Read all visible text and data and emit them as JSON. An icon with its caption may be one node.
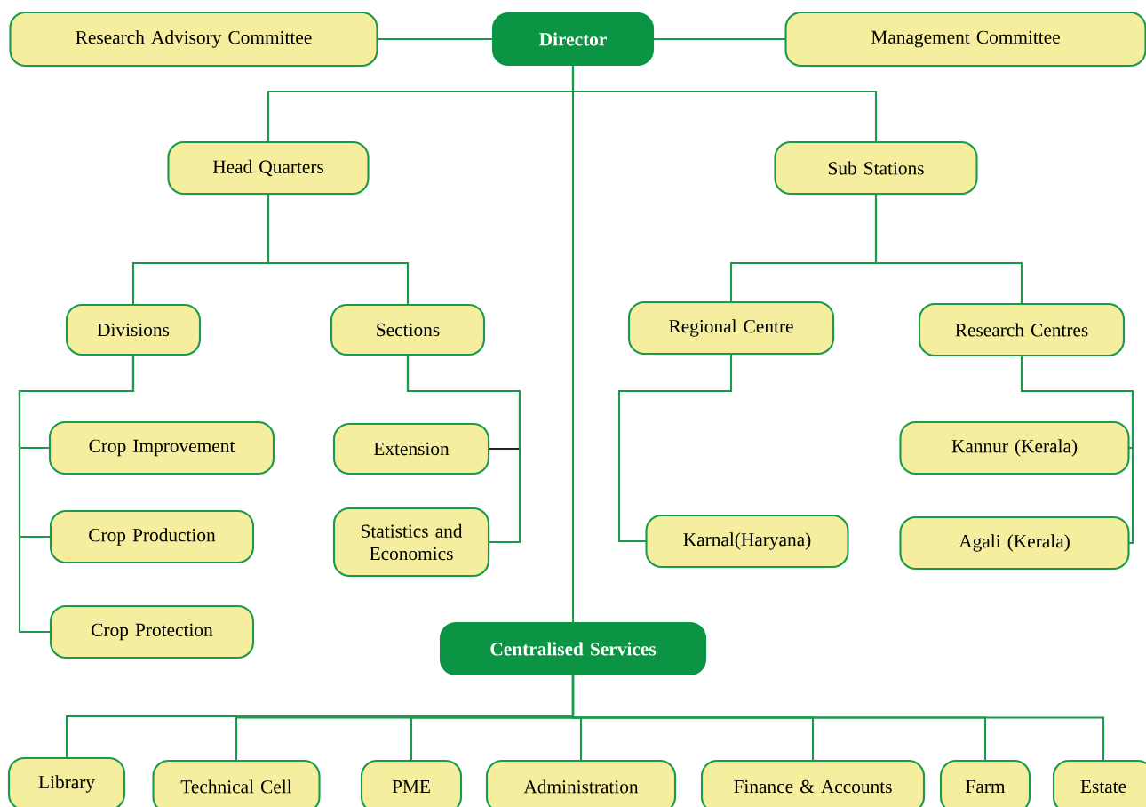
{
  "diagram": {
    "nodes": [
      {
        "text": [
          "Research Advisory Committee"
        ]
      },
      {
        "text": [
          "Director"
        ]
      },
      {
        "text": [
          "Management Committee"
        ]
      },
      {
        "text": [
          "Head Quarters"
        ]
      },
      {
        "text": [
          "Sub Stations"
        ]
      },
      {
        "text": [
          "Divisions"
        ]
      },
      {
        "text": [
          "Sections"
        ]
      },
      {
        "text": [
          "Regional Centre"
        ]
      },
      {
        "text": [
          "Research Centres"
        ]
      },
      {
        "text": [
          "Crop Improvement"
        ]
      },
      {
        "text": [
          "Extension"
        ]
      },
      {
        "text": [
          "Kannur (Kerala)"
        ]
      },
      {
        "text": [
          "Crop Production"
        ]
      },
      {
        "text": [
          "Statistics and Economics"
        ]
      },
      {
        "text": [
          "Karnal(Haryana)"
        ]
      },
      {
        "text": [
          "Agali (Kerala)"
        ]
      },
      {
        "text": [
          "Crop Protection"
        ]
      },
      {
        "text": [
          "Centralised Services"
        ]
      },
      {
        "text": [
          "Library"
        ]
      },
      {
        "text": [
          "Technical Cell"
        ]
      },
      {
        "text": [
          "PME"
        ]
      },
      {
        "text": [
          "Administration"
        ]
      },
      {
        "text": [
          "Finance & Accounts"
        ]
      },
      {
        "text": [
          "Farm"
        ]
      },
      {
        "text": [
          "Estate"
        ]
      }
    ],
    "edges": [
      {
        "from": 0,
        "to": 1,
        "arrow": "none"
      },
      {
        "from": 1,
        "to": 2,
        "arrow": "none"
      },
      {
        "from": 1,
        "to": 3,
        "arrow": "none"
      },
      {
        "from": 1,
        "to": 4,
        "arrow": "none"
      },
      {
        "from": 3,
        "to": 5,
        "arrow": "none"
      },
      {
        "from": 3,
        "to": 6,
        "arrow": "none"
      },
      {
        "from": 4,
        "to": 7,
        "arrow": "none"
      },
      {
        "from": 4,
        "to": 8,
        "arrow": "none"
      },
      {
        "from": 5,
        "to": 9,
        "arrow": "none"
      },
      {
        "from": 5,
        "to": 12,
        "arrow": "none"
      },
      {
        "from": 5,
        "to": 16,
        "arrow": "none"
      },
      {
        "from": 6,
        "to": 10,
        "arrow": "none",
        "color": "#222222"
      },
      {
        "from": 6,
        "to": 13,
        "arrow": "none"
      },
      {
        "from": 7,
        "to": 14,
        "arrow": "none"
      },
      {
        "from": 8,
        "to": 11,
        "arrow": "none"
      },
      {
        "from": 8,
        "to": 15,
        "arrow": "none"
      },
      {
        "from": 1,
        "to": 17,
        "arrow": "none"
      },
      {
        "from": 17,
        "to": 18,
        "arrow": "none"
      },
      {
        "from": 17,
        "to": 19,
        "arrow": "none"
      },
      {
        "from": 17,
        "to": 20,
        "arrow": "none"
      },
      {
        "from": 17,
        "to": 21,
        "arrow": "none"
      },
      {
        "from": 17,
        "to": 22,
        "arrow": "none"
      },
      {
        "from": 17,
        "to": 23,
        "arrow": "none"
      },
      {
        "from": 17,
        "to": 24,
        "arrow": "none"
      }
    ]
  }
}
